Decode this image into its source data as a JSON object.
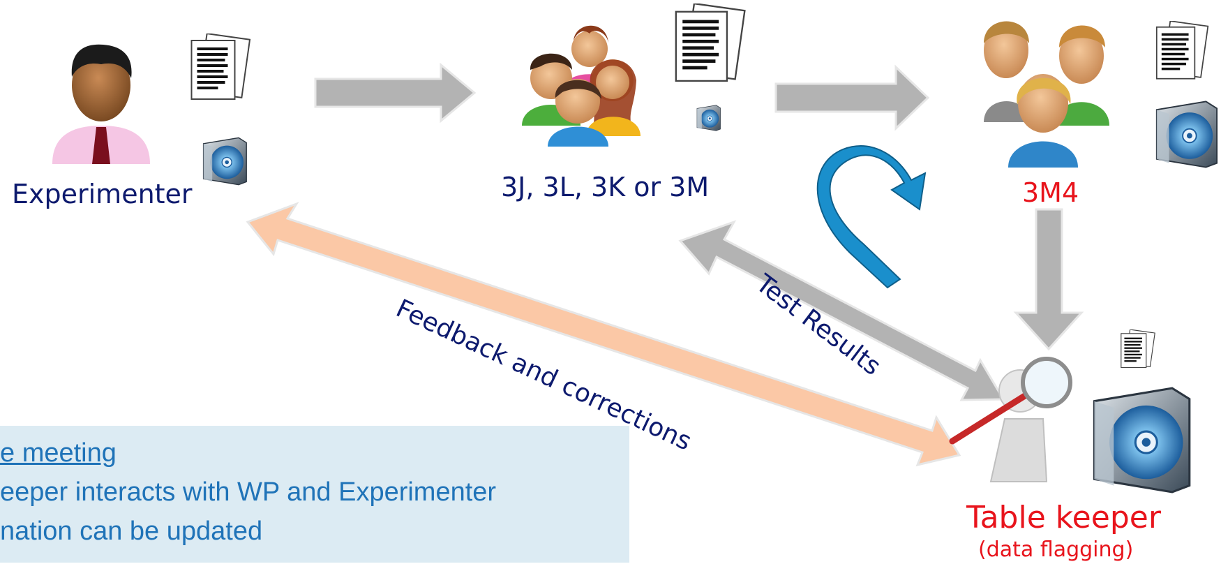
{
  "nodes": {
    "experimenter": "Experimenter",
    "wp_groups": "3J, 3L, 3K or 3M",
    "group_3m4": "3M4",
    "table_keeper": "Table keeper",
    "table_keeper_sub": "(data flagging)"
  },
  "arrows": {
    "feedback": "Feedback and corrections",
    "test_results": "Test Results"
  },
  "info_box": {
    "line1": "e meeting",
    "line2": "eeper interacts with WP and Experimenter",
    "line3": "nation can be updated"
  },
  "colors": {
    "navy": "#0d1a6e",
    "red": "#e8141c",
    "info_text": "#1f73b8",
    "info_bg": "#dcebf3",
    "gray_arrow": "#b3b3b3",
    "peach_arrow": "#fbc8a6",
    "blue_u_arrow": "#1a8fcc"
  },
  "icons": [
    "person-icon",
    "people-group-icon",
    "document-stack-icon",
    "cd-case-icon",
    "magnifier-person-icon",
    "u-turn-arrow-icon"
  ]
}
